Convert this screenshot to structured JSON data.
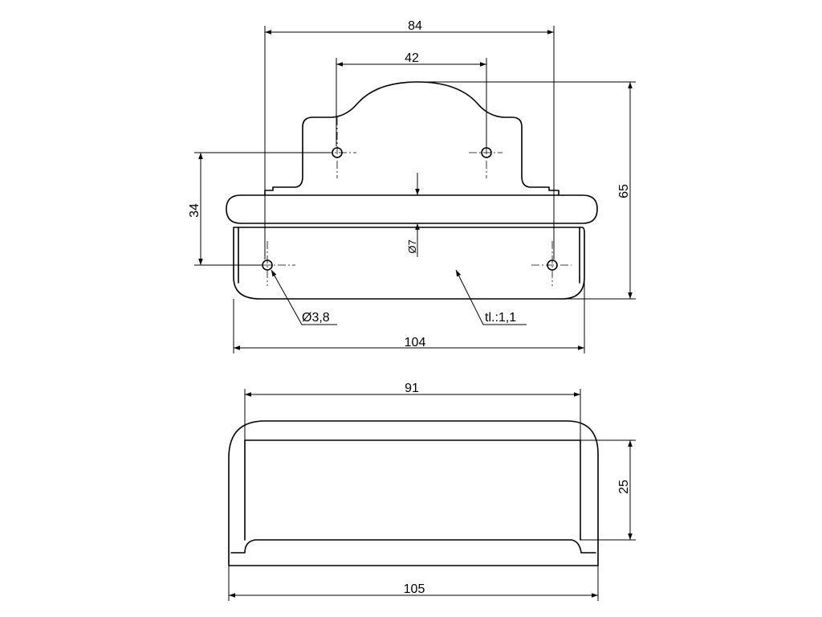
{
  "drawing": {
    "top_view": {
      "dim_width_outer": "84",
      "dim_width_inner": "42",
      "dim_height_total": "65",
      "dim_height_holes": "34",
      "dim_slot": "Ø7",
      "dim_hole": "Ø3,8",
      "dim_thickness": "tl.:1,1",
      "dim_base_width": "104"
    },
    "front_view": {
      "dim_inner_width": "91",
      "dim_height": "25",
      "dim_outer_width": "105"
    }
  },
  "style": {
    "line_color": "#000000",
    "background": "#ffffff"
  }
}
